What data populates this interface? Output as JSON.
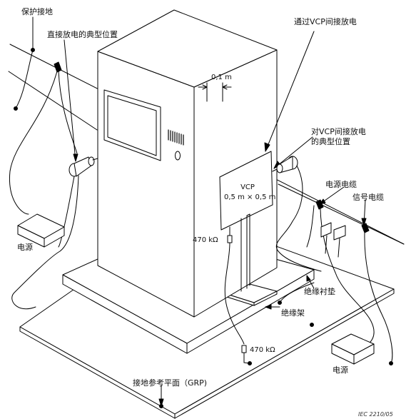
{
  "labels": {
    "protective_ground": "保护接地",
    "direct_discharge": "直接放电的典型位置",
    "indirect_discharge_via_vcp": "通过VCP间接放电",
    "dimension_01m": "0,1 m",
    "vcp_indirect_typical_line1": "对VCP间接放电",
    "vcp_indirect_typical_line2": "的典型位置",
    "power_cable": "电源电缆",
    "signal_cable": "信号电缆",
    "vcp_name": "VCP",
    "vcp_size": "0,5 m × 0,5 m",
    "resistor_upper": "470 kΩ",
    "resistor_lower": "470 kΩ",
    "power_supply_left": "电源",
    "power_supply_right": "电源",
    "insulating_pad": "绝缘衬垫",
    "insulating_support": "绝缘架",
    "grp": "接地参考平面（GRP)",
    "figure_code": "IEC   2210/05"
  },
  "colors": {
    "stroke": "#000000",
    "fill": "#ffffff"
  }
}
